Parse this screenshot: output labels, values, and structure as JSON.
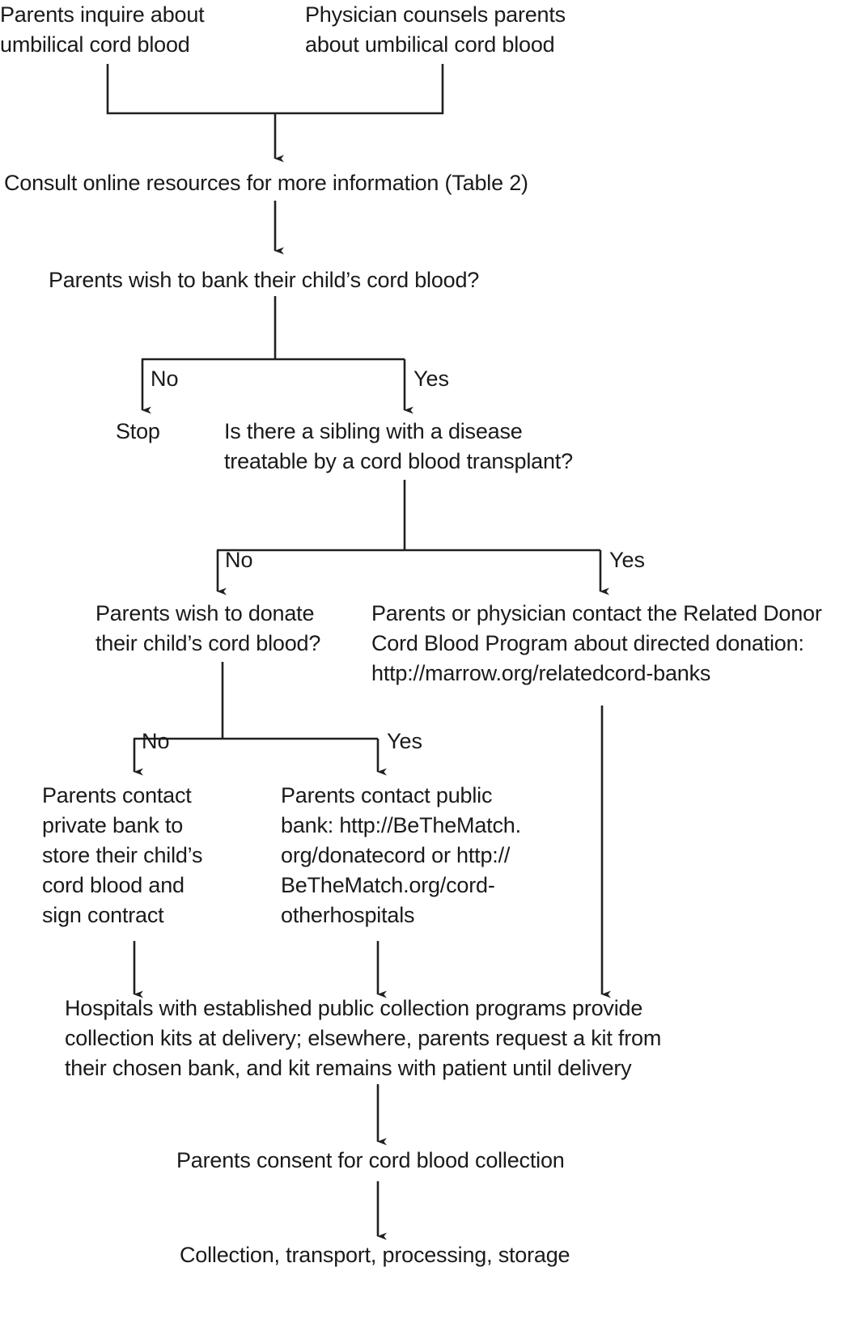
{
  "diagram": {
    "title": "Umbilical cord blood banking decision flowchart",
    "line_color": "#231f20",
    "text_color": "#1a1a1a",
    "background": "#ffffff"
  },
  "nodes": {
    "parents_inquire": "Parents inquire about\numbilical cord blood",
    "physician_counsels": "Physician counsels parents\nabout umbilical cord blood",
    "consult_online": "Consult online resources for more information (Table 2)",
    "wish_to_bank": "Parents wish to bank their child’s cord blood?",
    "stop": "Stop",
    "sibling_disease": "Is there a sibling with a disease\ntreatable by a cord blood transplant?",
    "wish_to_donate": "Parents wish to donate\ntheir child’s cord blood?",
    "related_donor": "Parents or physician contact the Related Donor\nCord Blood Program about directed donation:\nhttp://marrow.org/relatedcord-banks",
    "private_bank": "Parents contact\nprivate bank to\nstore their child’s\ncord blood and\nsign contract",
    "public_bank": "Parents contact public\nbank: http://BeTheMatch.\norg/donatecord or http://\nBeTheMatch.org/cord-\notherhospitals",
    "hospitals_kits": "Hospitals with established public collection programs provide\ncollection kits at delivery; elsewhere, parents request a kit from\ntheir chosen bank, and kit remains with patient until delivery",
    "parents_consent": "Parents consent for cord blood collection",
    "collection_transport": "Collection, transport, processing, storage"
  },
  "branch_labels": {
    "bank_no": "No",
    "bank_yes": "Yes",
    "sibling_no": "No",
    "sibling_yes": "Yes",
    "donate_no": "No",
    "donate_yes": "Yes"
  }
}
